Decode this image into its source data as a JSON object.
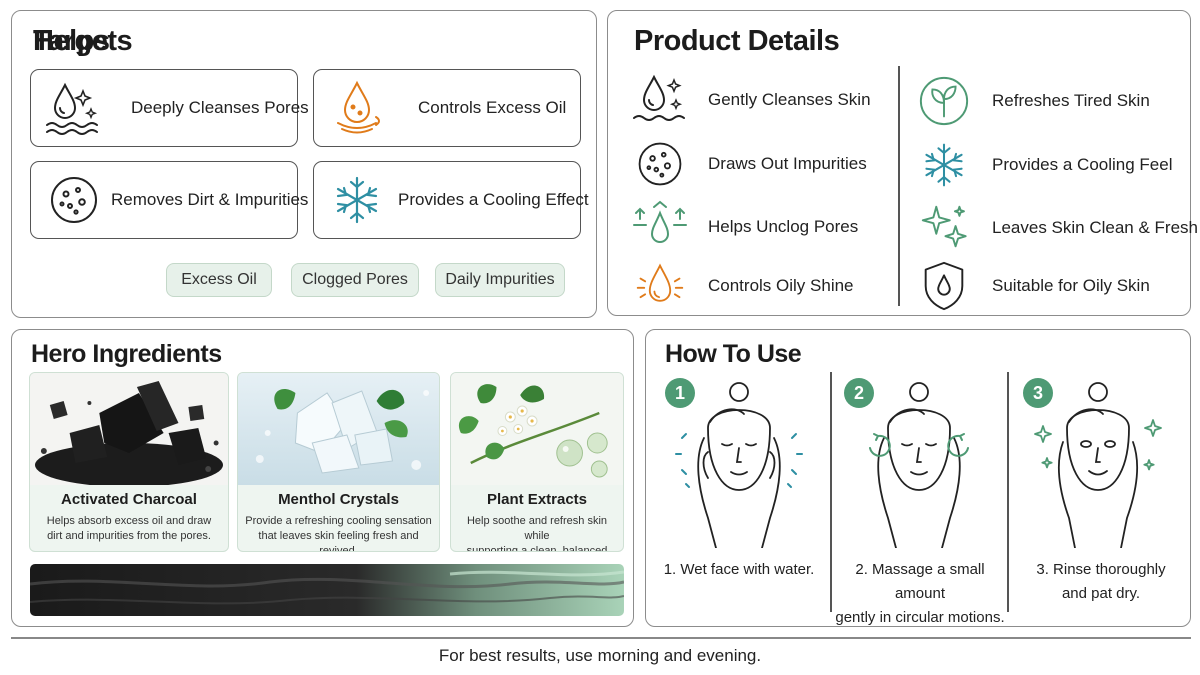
{
  "helps": {
    "title": "Helps",
    "items": [
      {
        "label": "Deeply Cleanses Pores",
        "icon": "droplet-waves-icon"
      },
      {
        "label": "Controls Excess Oil",
        "icon": "oil-drop-icon"
      },
      {
        "label": "Removes Dirt & Impurities",
        "icon": "dots-circle-icon"
      },
      {
        "label": "Provides a Cooling Effect",
        "icon": "snowflake-icon"
      }
    ]
  },
  "targets": {
    "title": "Targets",
    "chips": [
      "Excess Oil",
      "Clogged Pores",
      "Daily Impurities"
    ]
  },
  "product_details": {
    "title": "Product Details",
    "left": [
      {
        "label": "Gently Cleanses Skin",
        "icon": "droplet-sparkle-icon"
      },
      {
        "label": "Draws Out Impurities",
        "icon": "dots-circle-icon"
      },
      {
        "label": "Helps Unclog Pores",
        "icon": "drop-arrows-icon"
      },
      {
        "label": "Controls Oily Shine",
        "icon": "oil-drop-icon"
      }
    ],
    "right": [
      {
        "label": "Refreshes Tired Skin",
        "icon": "leaf-icon"
      },
      {
        "label": "Provides a Cooling Feel",
        "icon": "snowflake-icon"
      },
      {
        "label": "Leaves Skin Clean & Fresh",
        "icon": "sparkle-icon"
      },
      {
        "label": "Suitable for Oily Skin",
        "icon": "shield-drop-icon"
      }
    ]
  },
  "hero": {
    "title": "Hero Ingredients",
    "ingredients": [
      {
        "name": "Activated Charcoal",
        "desc1": "Helps absorb excess oil and draw",
        "desc2": "dirt and impurities from the pores."
      },
      {
        "name": "Menthol Crystals",
        "desc1": "Provide a refreshing cooling sensation",
        "desc2": "that leaves skin feeling fresh and revived."
      },
      {
        "name": "Plant Extracts",
        "desc1": "Help soothe and refresh skin while",
        "desc2": "supporting a clean, balanced feel."
      }
    ]
  },
  "how_to_use": {
    "title": "How To Use",
    "steps": [
      {
        "num": "1",
        "line1": "1.  Wet face with water.",
        "line2": ""
      },
      {
        "num": "2",
        "line1": "2.  Massage a small amount",
        "line2": "gently in circular motions."
      },
      {
        "num": "3",
        "line1": "3.  Rinse thoroughly",
        "line2": "and pat dry."
      }
    ]
  },
  "footer": "For best results, use morning and evening.",
  "colors": {
    "accent_green": "#4e9a74",
    "accent_orange": "#e07b1a",
    "teal": "#2e8fa3",
    "chip_bg": "#e7f1ea"
  }
}
